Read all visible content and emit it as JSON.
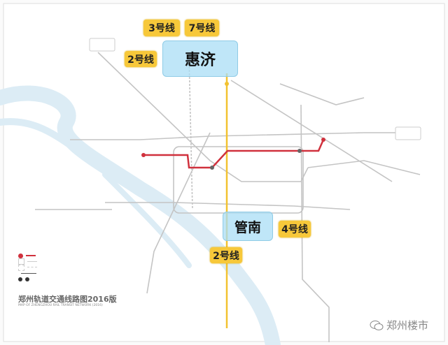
{
  "map": {
    "title": "郑州轨道交通线路图2016版",
    "subtitle": "MAP OF ZHENGZHOU RAIL TRANSIT NETWORK (2016)",
    "line_labels": [
      {
        "label": "3号线"
      },
      {
        "label": "7号线"
      },
      {
        "label": "2号线"
      },
      {
        "label": "4号线"
      },
      {
        "label": "2号线"
      }
    ],
    "areas": [
      {
        "label": "惠济"
      },
      {
        "label": "管南"
      }
    ],
    "colors": {
      "line1": "#d0313d",
      "line2": "#f2c230",
      "label_bg": "#f7c83a",
      "area_bg": "#aadef5",
      "water": "#dcecf5",
      "other_lines": "#bdbdbd"
    }
  },
  "watermark": {
    "text": "郑州楼市",
    "icon": "wechat-icon"
  }
}
